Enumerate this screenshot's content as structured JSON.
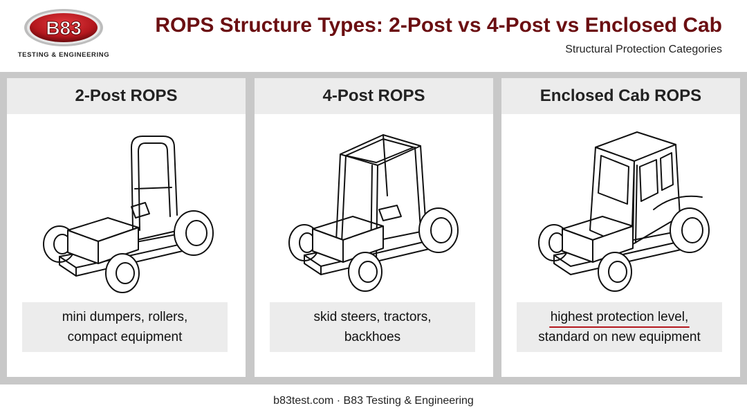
{
  "header": {
    "logo_text": "B83",
    "logo_tagline": "TESTING & ENGINEERING",
    "title": "ROPS Structure Types: 2-Post vs 4-Post vs Enclosed Cab",
    "subtitle": "Structural Protection Categories"
  },
  "panels": [
    {
      "title": "2-Post ROPS",
      "icon": "two-post-rops-vehicle",
      "caption_line1": "mini dumpers, rollers,",
      "caption_line2": "compact equipment"
    },
    {
      "title": "4-Post ROPS",
      "icon": "four-post-rops-vehicle",
      "caption_line1": "skid steers, tractors,",
      "caption_line2": "backhoes"
    },
    {
      "title": "Enclosed Cab ROPS",
      "icon": "enclosed-cab-vehicle",
      "caption_line1": "highest protection level,",
      "caption_line2": "standard on new equipment",
      "caption_highlight_color": "#b3171d"
    }
  ],
  "footer": {
    "text": "b83test.com · B83 Testing & Engineering"
  },
  "colors": {
    "title": "#6b0f12",
    "band": "#c8c8c8",
    "panel_header": "#ececec",
    "logo_red": "#b3171d"
  }
}
